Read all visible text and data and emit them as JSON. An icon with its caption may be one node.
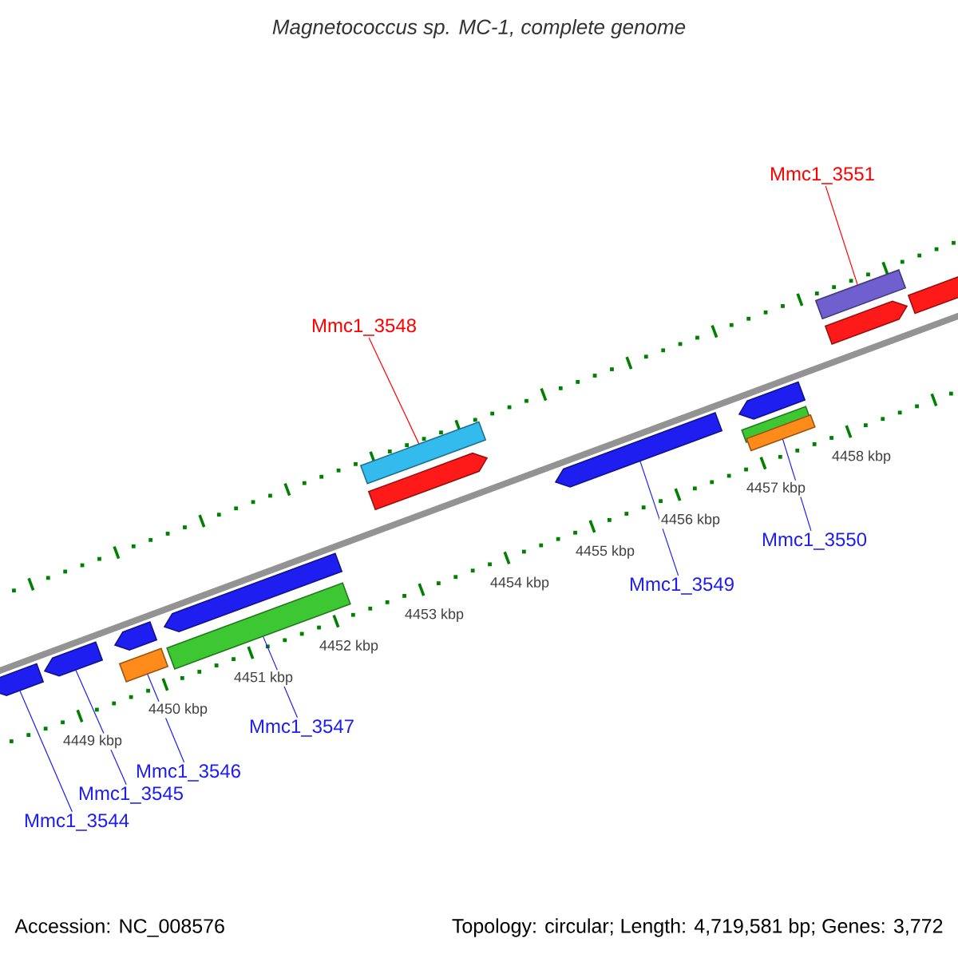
{
  "diagram": {
    "title": "Magnetococcus sp. MC-1, complete genome",
    "nodes": [
      {
        "text": [
          "Mmc1_3544"
        ]
      },
      {
        "text": [
          "Mmc1_3545"
        ]
      },
      {
        "text": [
          "Mmc1_3546"
        ]
      },
      {
        "text": [
          "Mmc1_3547"
        ]
      },
      {
        "text": [
          "Mmc1_3548"
        ]
      },
      {
        "text": [
          "Mmc1_3549"
        ]
      },
      {
        "text": [
          "Mmc1_3550"
        ]
      },
      {
        "text": [
          "Mmc1_3551"
        ]
      },
      {
        "text": [],
        "shape": "pentagon"
      },
      {
        "text": [],
        "shape": "pentagon"
      },
      {
        "text": [],
        "shape": "pentagon"
      },
      {
        "text": [],
        "shape": "box"
      },
      {
        "text": [],
        "shape": "pentagon"
      },
      {
        "text": [],
        "shape": "box"
      },
      {
        "text": [],
        "shape": "box"
      },
      {
        "text": [],
        "shape": "pentagon"
      },
      {
        "text": [],
        "shape": "pentagon"
      },
      {
        "text": [],
        "shape": "pentagon"
      },
      {
        "text": [],
        "shape": "box"
      },
      {
        "text": [],
        "shape": "box"
      },
      {
        "text": [],
        "shape": "box"
      },
      {
        "text": [],
        "shape": "pentagon"
      },
      {
        "text": [],
        "shape": "pentagon"
      }
    ],
    "edges": [
      {
        "from": 0,
        "to": 8,
        "arrow": "none"
      },
      {
        "from": 1,
        "to": 9,
        "arrow": "none"
      },
      {
        "from": 2,
        "to": 11,
        "arrow": "none"
      },
      {
        "from": 3,
        "to": 13,
        "arrow": "none"
      },
      {
        "from": 4,
        "to": 14,
        "arrow": "none",
        "color": "#ff0000"
      },
      {
        "from": 5,
        "to": 16,
        "arrow": "none"
      },
      {
        "from": 6,
        "to": 19,
        "arrow": "none"
      },
      {
        "from": 7,
        "to": 20,
        "arrow": "none",
        "color": "#ff0000"
      }
    ],
    "labels": [
      "4449 kbp",
      "4450 kbp",
      "4451 kbp",
      "4452 kbp",
      "4453 kbp",
      "4454 kbp",
      "4455 kbp",
      "4456 kbp",
      "4457 kbp",
      "4458 kbp",
      "Accession: NC_008576",
      "Topology: circular; Length: 4,719,581 bp; Genes: 3,772"
    ]
  }
}
